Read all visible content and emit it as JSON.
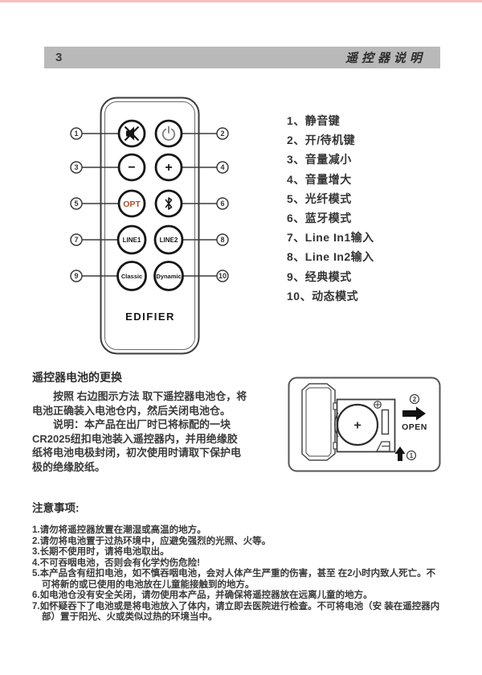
{
  "page": {
    "number": "3",
    "header_title": "遥控器说明"
  },
  "remote": {
    "brand": "EDIFIER",
    "callouts": [
      "1",
      "2",
      "3",
      "4",
      "5",
      "6",
      "7",
      "8",
      "9",
      "10"
    ],
    "button_labels": {
      "vol_down": "−",
      "vol_up": "+",
      "optical": "OPT",
      "line1": "LINE1",
      "line2": "LINE2",
      "classic": "Classic",
      "dynamic": "Dynamic"
    },
    "opt_color": "#a8512f"
  },
  "legend": {
    "items": [
      "1、静音键",
      "2、开/待机键",
      "3、音量减小",
      "4、音量增大",
      "5、光纤模式",
      "6、蓝牙模式",
      "7、Line In1输入",
      "8、Line In2输入",
      "9、经典模式",
      "10、动态模式"
    ]
  },
  "battery": {
    "title": "遥控器电池的更换",
    "body": "　　按照 右边图示方法 取下遥控器电池仓，将\n电池正确装入电池仓内，然后关闭电池仓。\n　　说明：本产品在出厂时已将标配的一块\nCR2025纽扣电池装入遥控器内，并用绝缘胶\n纸将电池电极封闭，初次使用时请取下保护电\n极的绝缘胶纸。",
    "diagram": {
      "open_label": "OPEN",
      "step_push": "1",
      "step_slide": "2",
      "battery_polarity": "+"
    }
  },
  "notes": {
    "title": "注意事项:",
    "items": [
      "1.请勿将遥控器放置在潮湿或高温的地方。",
      "2.请勿将电池置于过热环境中，应避免强烈的光照、火等。",
      "3.长期不使用时，请将电池取出。",
      "4.不可吞咽电池，否则会有化学灼伤危险!",
      "5.本产品含有纽扣电池，如不慎吞咽电池，会对人体产生严重的伤害，甚至 在2小时内致人死亡。不可将新的或已使用的电池放在儿童能接触到的地方。",
      "6.如电池仓没有安全关闭，请勿使用本产品，并确保将遥控器放在远离儿童的地方。",
      "7.如怀疑吞下了电池或是将电池放入了体内，请立即去医院进行检查。不可将电池（安 装在遥控器内部）置于阳光、火或类似过热的环境当中。"
    ]
  },
  "colors": {
    "header_bar": "#b9b9b9",
    "accent_line": "#f5bdc1",
    "text": "#3a3a3a"
  }
}
